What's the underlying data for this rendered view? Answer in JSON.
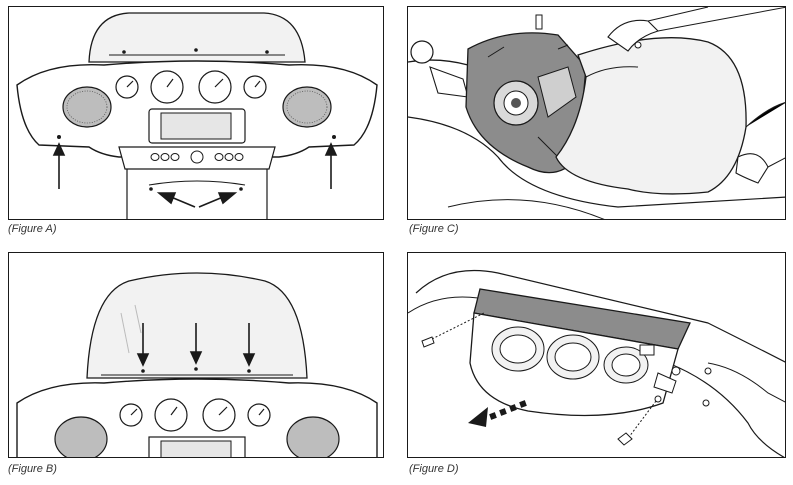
{
  "figures": [
    {
      "id": "A",
      "caption": "(Figure A)"
    },
    {
      "id": "C",
      "caption": "(Figure C)"
    },
    {
      "id": "B",
      "caption": "(Figure B)"
    },
    {
      "id": "D",
      "caption": "(Figure D)"
    }
  ],
  "colors": {
    "line": "#1a1a1a",
    "shade": "#8c8c8c",
    "light": "#e6e6e6",
    "paper": "#ffffff"
  }
}
